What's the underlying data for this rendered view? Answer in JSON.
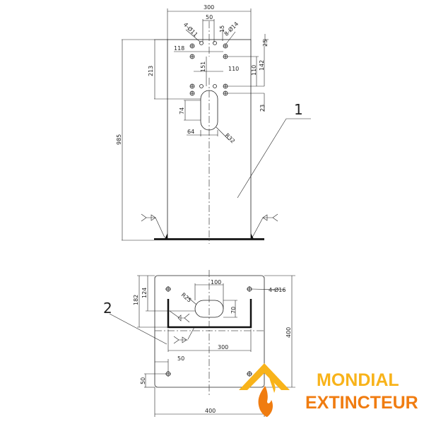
{
  "drawing": {
    "front_view": {
      "part_label": "1",
      "dimensions": {
        "overall_width": "300",
        "hole_spacing_top": "50",
        "offset_top": "15",
        "holes_small": "4-Ø11",
        "holes_large": "8-Ø14",
        "left_hole_offset": "118",
        "top_edge_offset": "25",
        "vertical_hole_spacing": "151",
        "hole_pattern_width": "110",
        "hole_pattern_height_a": "110",
        "hole_pattern_height_b": "142",
        "slot_top_offset": "213",
        "slot_bottom_offset": "23",
        "slot_height": "74",
        "slot_width": "64",
        "slot_radius": "R32",
        "total_height": "985"
      }
    },
    "plan_view": {
      "part_label": "2",
      "dimensions": {
        "slot_width": "100",
        "slot_radius": "R25",
        "holes": "4-Ø16",
        "slot_height": "70",
        "offset_a": "124",
        "offset_b": "182",
        "plate_height": "400",
        "channel_width": "300",
        "hole_edge_offset_x": "50",
        "hole_edge_offset_y": "50",
        "plate_width": "400"
      }
    }
  },
  "brand": {
    "line1": "MONDIAL",
    "line2": "EXTINCTEUR",
    "colors": {
      "primary": "#F8B31A",
      "secondary": "#F07C10"
    }
  }
}
